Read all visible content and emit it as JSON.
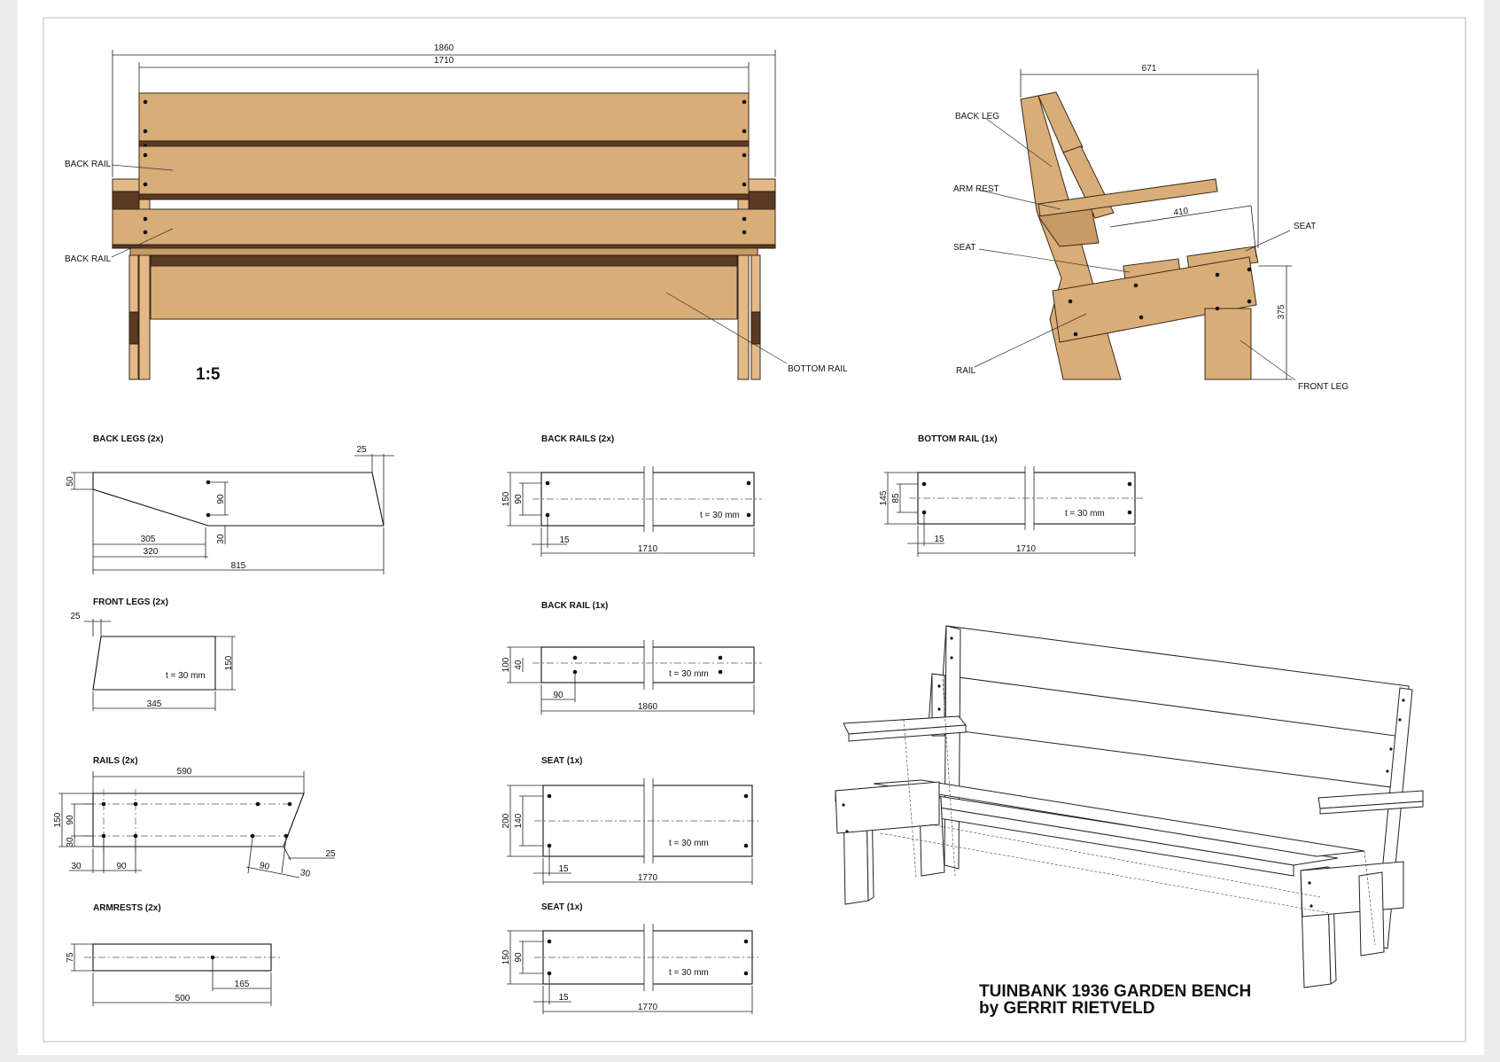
{
  "scale": "1:5",
  "title_line1": "TUINBANK 1936 GARDEN BENCH",
  "title_line2": "by GERRIT RIETVELD",
  "front_view": {
    "dim_overall": "1860",
    "dim_inner": "1710",
    "label_back_rail_1": "BACK RAIL",
    "label_back_rail_2": "BACK RAIL",
    "label_bottom_rail": "BOTTOM RAIL"
  },
  "side_view": {
    "dim_depth": "671",
    "dim_seat": "410",
    "dim_height": "375",
    "label_back_leg": "BACK LEG",
    "label_arm_rest": "ARM REST",
    "label_seat_left": "SEAT",
    "label_seat_right": "SEAT",
    "label_rail": "RAIL",
    "label_front_leg": "FRONT LEG"
  },
  "parts": {
    "back_legs": {
      "title": "BACK LEGS (2x)",
      "d_25": "25",
      "d_50": "50",
      "d_90": "90",
      "d_30": "30",
      "d_305": "305",
      "d_320": "320",
      "d_815": "815"
    },
    "front_legs": {
      "title": "FRONT LEGS (2x)",
      "d_25": "25",
      "d_150": "150",
      "d_345": "345",
      "thickness": "t = 30 mm"
    },
    "rails": {
      "title": "RAILS (2x)",
      "d_590": "590",
      "d_150": "150",
      "d_90": "90",
      "d_30": "30",
      "d_30b": "30",
      "d_90b": "90",
      "d_90c": "90",
      "d_30c": "30",
      "d_25": "25"
    },
    "armrests": {
      "title": "ARMRESTS (2x)",
      "d_75": "75",
      "d_165": "165",
      "d_500": "500"
    },
    "back_rails": {
      "title": "BACK RAILS (2x)",
      "d_150": "150",
      "d_90": "90",
      "d_15": "15",
      "d_1710": "1710",
      "thickness": "t = 30 mm"
    },
    "back_rail": {
      "title": "BACK RAIL (1x)",
      "d_100": "100",
      "d_40": "40",
      "d_90": "90",
      "d_1860": "1860",
      "thickness": "t = 30 mm"
    },
    "seat_a": {
      "title": "SEAT (1x)",
      "d_200": "200",
      "d_140": "140",
      "d_15": "15",
      "d_1770": "1770",
      "thickness": "t = 30 mm"
    },
    "seat_b": {
      "title": "SEAT (1x)",
      "d_150": "150",
      "d_90": "90",
      "d_15": "15",
      "d_1770": "1770",
      "thickness": "t = 30 mm"
    },
    "bottom_rail": {
      "title": "BOTTOM RAIL (1x)",
      "d_145": "145",
      "d_85": "85",
      "d_15": "15",
      "d_1710": "1710",
      "thickness": "t = 30 mm"
    }
  }
}
